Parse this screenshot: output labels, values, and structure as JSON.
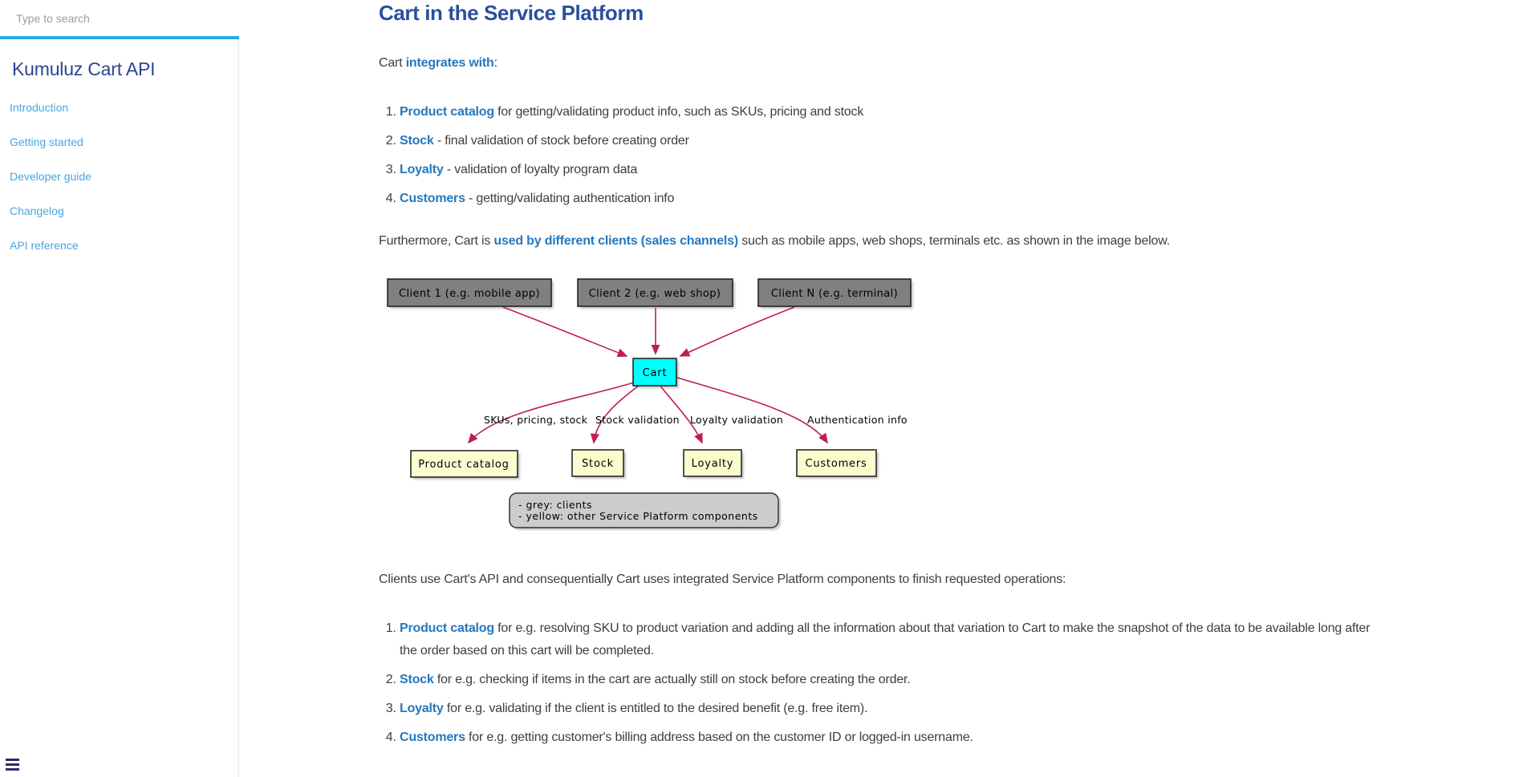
{
  "sidebar": {
    "search_placeholder": "Type to search",
    "title": "Kumuluz Cart API",
    "items": [
      {
        "label": "Introduction"
      },
      {
        "label": "Getting started"
      },
      {
        "label": "Developer guide"
      },
      {
        "label": "Changelog"
      },
      {
        "label": "API reference"
      }
    ]
  },
  "main": {
    "heading": "Cart in the Service Platform",
    "intro": {
      "prefix": "Cart ",
      "link": "integrates with",
      "suffix": ":"
    },
    "list1": [
      {
        "link": "Product catalog",
        "text": " for getting/validating product info, such as SKUs, pricing and stock"
      },
      {
        "link": "Stock",
        "text": " - final validation of stock before creating order"
      },
      {
        "link": "Loyalty",
        "text": " - validation of loyalty program data"
      },
      {
        "link": "Customers",
        "text": " - getting/validating authentication info"
      }
    ],
    "furthermore": {
      "prefix": "Furthermore, Cart is ",
      "link": "used by different clients (sales channels)",
      "suffix": " such as mobile apps, web shops, terminals etc. as shown in the image below."
    },
    "clients_paragraph": "Clients use Cart's API and consequentially Cart uses integrated Service Platform components to finish requested operations:",
    "list2": [
      {
        "link": "Product catalog",
        "text": " for e.g. resolving SKU to product variation and adding all the information about that variation to Cart to make the snapshot of the data to be available long after the order based on this cart will be completed."
      },
      {
        "link": "Stock",
        "text": " for e.g. checking if items in the cart are actually still on stock before creating the order."
      },
      {
        "link": "Loyalty",
        "text": " for e.g. validating if the client is entitled to the desired benefit (e.g. free item)."
      },
      {
        "link": "Customers",
        "text": " for e.g. getting customer's billing address based on the customer ID or logged-in username."
      }
    ]
  },
  "diagram": {
    "clients": [
      "Client 1 (e.g. mobile app)",
      "Client 2 (e.g. web shop)",
      "Client N (e.g. terminal)"
    ],
    "cart": "Cart",
    "components": [
      "Product catalog",
      "Stock",
      "Loyalty",
      "Customers"
    ],
    "edge_labels": [
      "SKUs, pricing, stock",
      "Stock validation",
      "Loyalty validation",
      "Authentication info"
    ],
    "legend": [
      "- grey: clients",
      "- yellow: other Service Platform components"
    ],
    "colors": {
      "client_fill": "#808080",
      "cart_fill": "#00FFFF",
      "component_fill": "#FCFCCF",
      "legend_fill": "#CCCCCC",
      "arrow": "#BE1E55"
    }
  },
  "colors": {
    "accent": "#29ABE2",
    "sidebar_link": "#4AA5DC",
    "heading": "#2A4F9F",
    "body_link": "#2478BE",
    "body_text": "#3E3E3E"
  }
}
